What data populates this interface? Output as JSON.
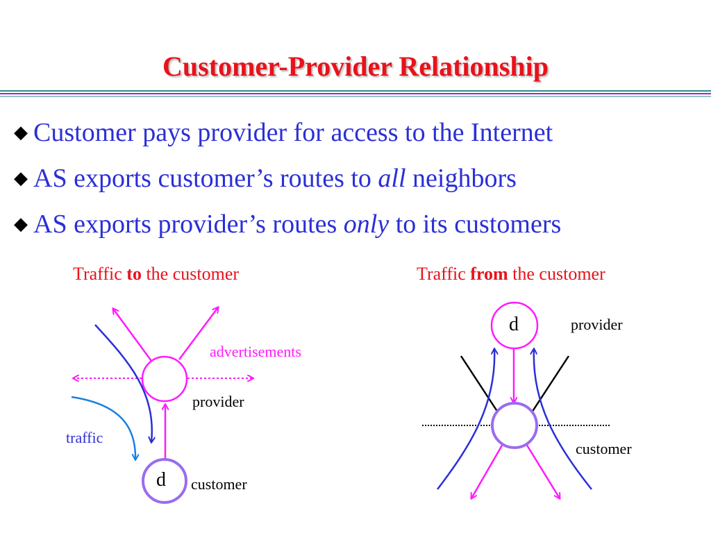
{
  "slide": {
    "title": "Customer-Provider Relationship",
    "bullets": [
      {
        "before": "Customer pays provider for access to the Internet",
        "em": "",
        "after": ""
      },
      {
        "before": "AS exports customer’s routes to ",
        "em": "all",
        "after": " neighbors"
      },
      {
        "before": "AS exports provider’s routes ",
        "em": "only",
        "after": " to its customers"
      }
    ]
  },
  "left_diagram": {
    "caption_pre": "Traffic ",
    "caption_bold": "to",
    "caption_post": " the customer",
    "label_advertisements": "advertisements",
    "label_provider": "provider",
    "label_traffic": "traffic",
    "node_d": "d",
    "label_customer": "customer"
  },
  "right_diagram": {
    "caption_pre": "Traffic ",
    "caption_bold": "from",
    "caption_post": " the customer",
    "node_d": "d",
    "label_provider": "provider",
    "label_customer": "customer"
  },
  "colors": {
    "title": "#e8121b",
    "bullet_text": "#2b2fd6",
    "advertisement_arrows": "#ff1aff",
    "traffic_arrows": "#2b2fd6",
    "node_circle": "#9a6cf0",
    "rule_teal": "#2e8b8b",
    "rule_purple": "#8a2be2"
  },
  "icons": {
    "bullet": "diamond-bullet-icon"
  }
}
